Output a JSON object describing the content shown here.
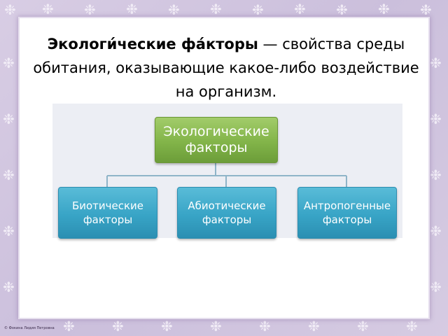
{
  "definition": {
    "term_part1": "Экологи",
    "term_stress1": "́",
    "term_part2": "ческие фа",
    "term_stress2": "́",
    "term_part3": "кторы",
    "text": " — свойства среды обитания, оказывающие какое-либо воздействие на организм."
  },
  "diagram": {
    "root": {
      "line1": "Экологические",
      "line2": "факторы"
    },
    "children": [
      {
        "line1": "Биотические",
        "line2": "факторы"
      },
      {
        "line1": "Абиотические",
        "line2": "факторы"
      },
      {
        "line1": "Антропогенные",
        "line2": "факторы"
      }
    ]
  },
  "colors": {
    "root_fill": "#82b449",
    "child_fill": "#38a4c6",
    "frame": "#cbbfdc",
    "connector": "#8fb4c8"
  },
  "icons": {
    "frame_motif": "snowflake-icon"
  },
  "footer": {
    "copyright": "© Фокина Лидия Петровна"
  }
}
